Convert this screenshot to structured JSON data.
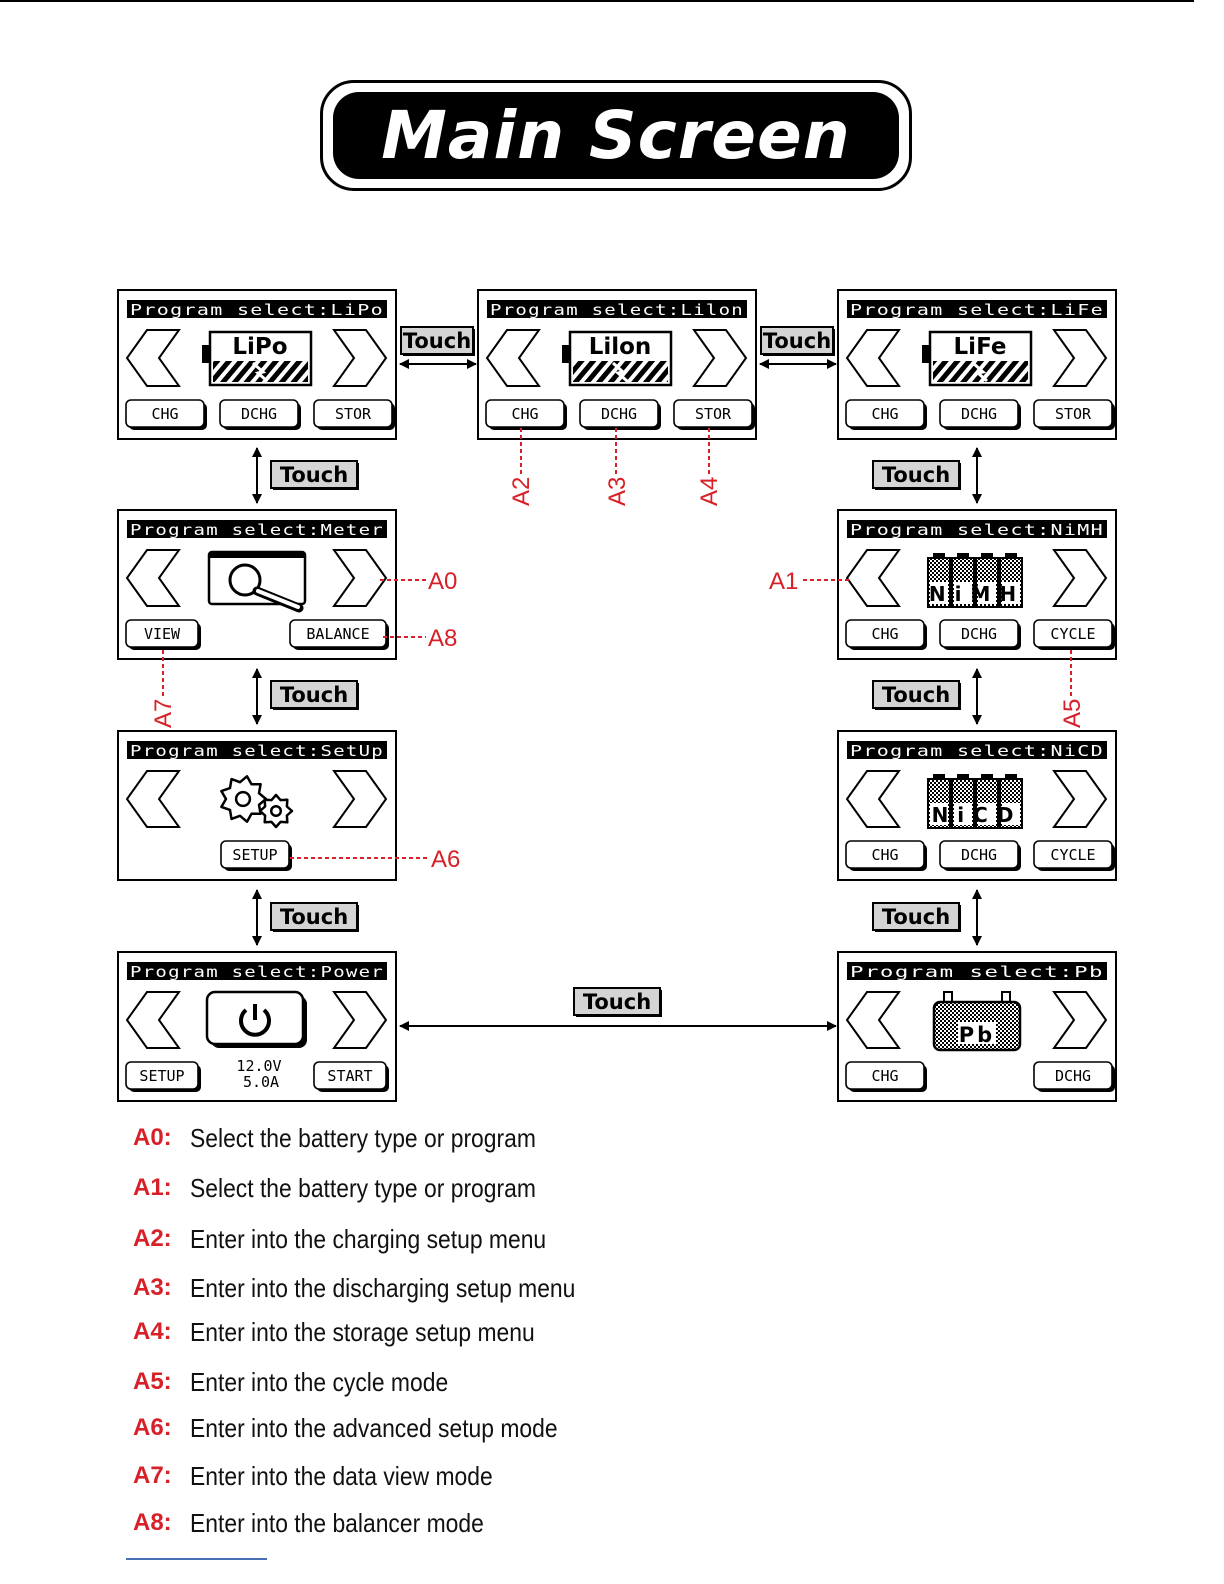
{
  "title": "Main Screen",
  "touch_label": "Touch",
  "screens": [
    {
      "id": "lipo",
      "header": "Program select:LiPo",
      "icon_label": "LiPo",
      "icon": "battery-icon",
      "buttons": [
        "CHG",
        "DCHG",
        "STOR"
      ]
    },
    {
      "id": "lilon",
      "header": "Program select:Lilon",
      "icon_label": "Lilon",
      "icon": "battery-icon",
      "buttons": [
        "CHG",
        "DCHG",
        "STOR"
      ]
    },
    {
      "id": "life",
      "header": "Program select:LiFe",
      "icon_label": "LiFe",
      "icon": "battery-icon",
      "buttons": [
        "CHG",
        "DCHG",
        "STOR"
      ]
    },
    {
      "id": "meter",
      "header": "Program select:Meter",
      "icon_label": "",
      "icon": "magnifier-icon",
      "buttons": [
        "VIEW",
        "BALANCE"
      ]
    },
    {
      "id": "nimh",
      "header": "Program select:NiMH",
      "icon_label": "NiMH",
      "icon": "cells-icon",
      "buttons": [
        "CHG",
        "DCHG",
        "CYCLE"
      ]
    },
    {
      "id": "setup",
      "header": "Program select:SetUp",
      "icon_label": "",
      "icon": "gears-icon",
      "buttons": [
        "SETUP"
      ]
    },
    {
      "id": "nicd",
      "header": "Program select:NiCD",
      "icon_label": "NiCD",
      "icon": "cells-icon",
      "buttons": [
        "CHG",
        "DCHG",
        "CYCLE"
      ]
    },
    {
      "id": "power",
      "header": "Program select:Power",
      "icon_label": "",
      "icon": "power-icon",
      "buttons": [
        "SETUP",
        "START"
      ],
      "voltage": "12.0V",
      "current": "5.0A"
    },
    {
      "id": "pb",
      "header": "Program select:Pb",
      "icon_label": "Pb",
      "icon": "lead-battery-icon",
      "buttons": [
        "CHG",
        "DCHG"
      ]
    }
  ],
  "callouts": [
    "A0",
    "A1",
    "A2",
    "A3",
    "A4",
    "A5",
    "A6",
    "A7",
    "A8"
  ],
  "legend": [
    {
      "key": "A0:",
      "text": "Select the battery type or program"
    },
    {
      "key": "A1:",
      "text": "Select the battery type or program"
    },
    {
      "key": "A2:",
      "text": "Enter into the charging setup menu"
    },
    {
      "key": "A3:",
      "text": "Enter into the discharging setup menu"
    },
    {
      "key": "A4:",
      "text": "Enter into the storage setup menu"
    },
    {
      "key": "A5:",
      "text": "Enter into the cycle mode"
    },
    {
      "key": "A6:",
      "text": "Enter into the advanced setup mode"
    },
    {
      "key": "A7:",
      "text": "Enter into the data view mode"
    },
    {
      "key": "A8:",
      "text": "Enter into the balancer mode"
    }
  ],
  "colors": {
    "accent_red": "#d72027",
    "ink": "#000000",
    "touch_fill": "#d4d4d4"
  }
}
